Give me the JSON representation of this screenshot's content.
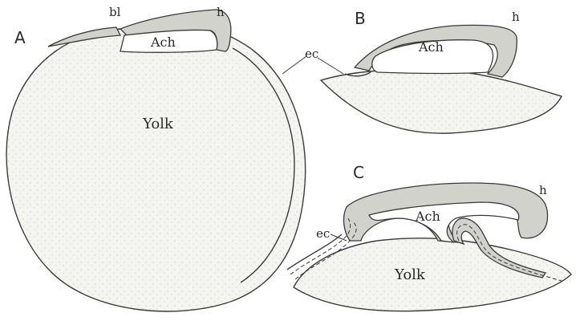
{
  "figure": {
    "panels": [
      {
        "letter": "A",
        "labels": {
          "blastopore": "bl",
          "head": "h",
          "archenteron": "Ach",
          "yolk": "Yolk",
          "ectoderm": "ec"
        }
      },
      {
        "letter": "B",
        "labels": {
          "head": "h",
          "archenteron": "Ach"
        }
      },
      {
        "letter": "C",
        "labels": {
          "head": "h",
          "archenteron": "Ach",
          "yolk": "Yolk",
          "ectoderm": "ec"
        }
      }
    ]
  },
  "colors": {
    "line": "#3a3a3a",
    "embryo_shading": "#d2d2cc",
    "yolk_fill": "#f4f4f1",
    "background": "#ffffff"
  }
}
